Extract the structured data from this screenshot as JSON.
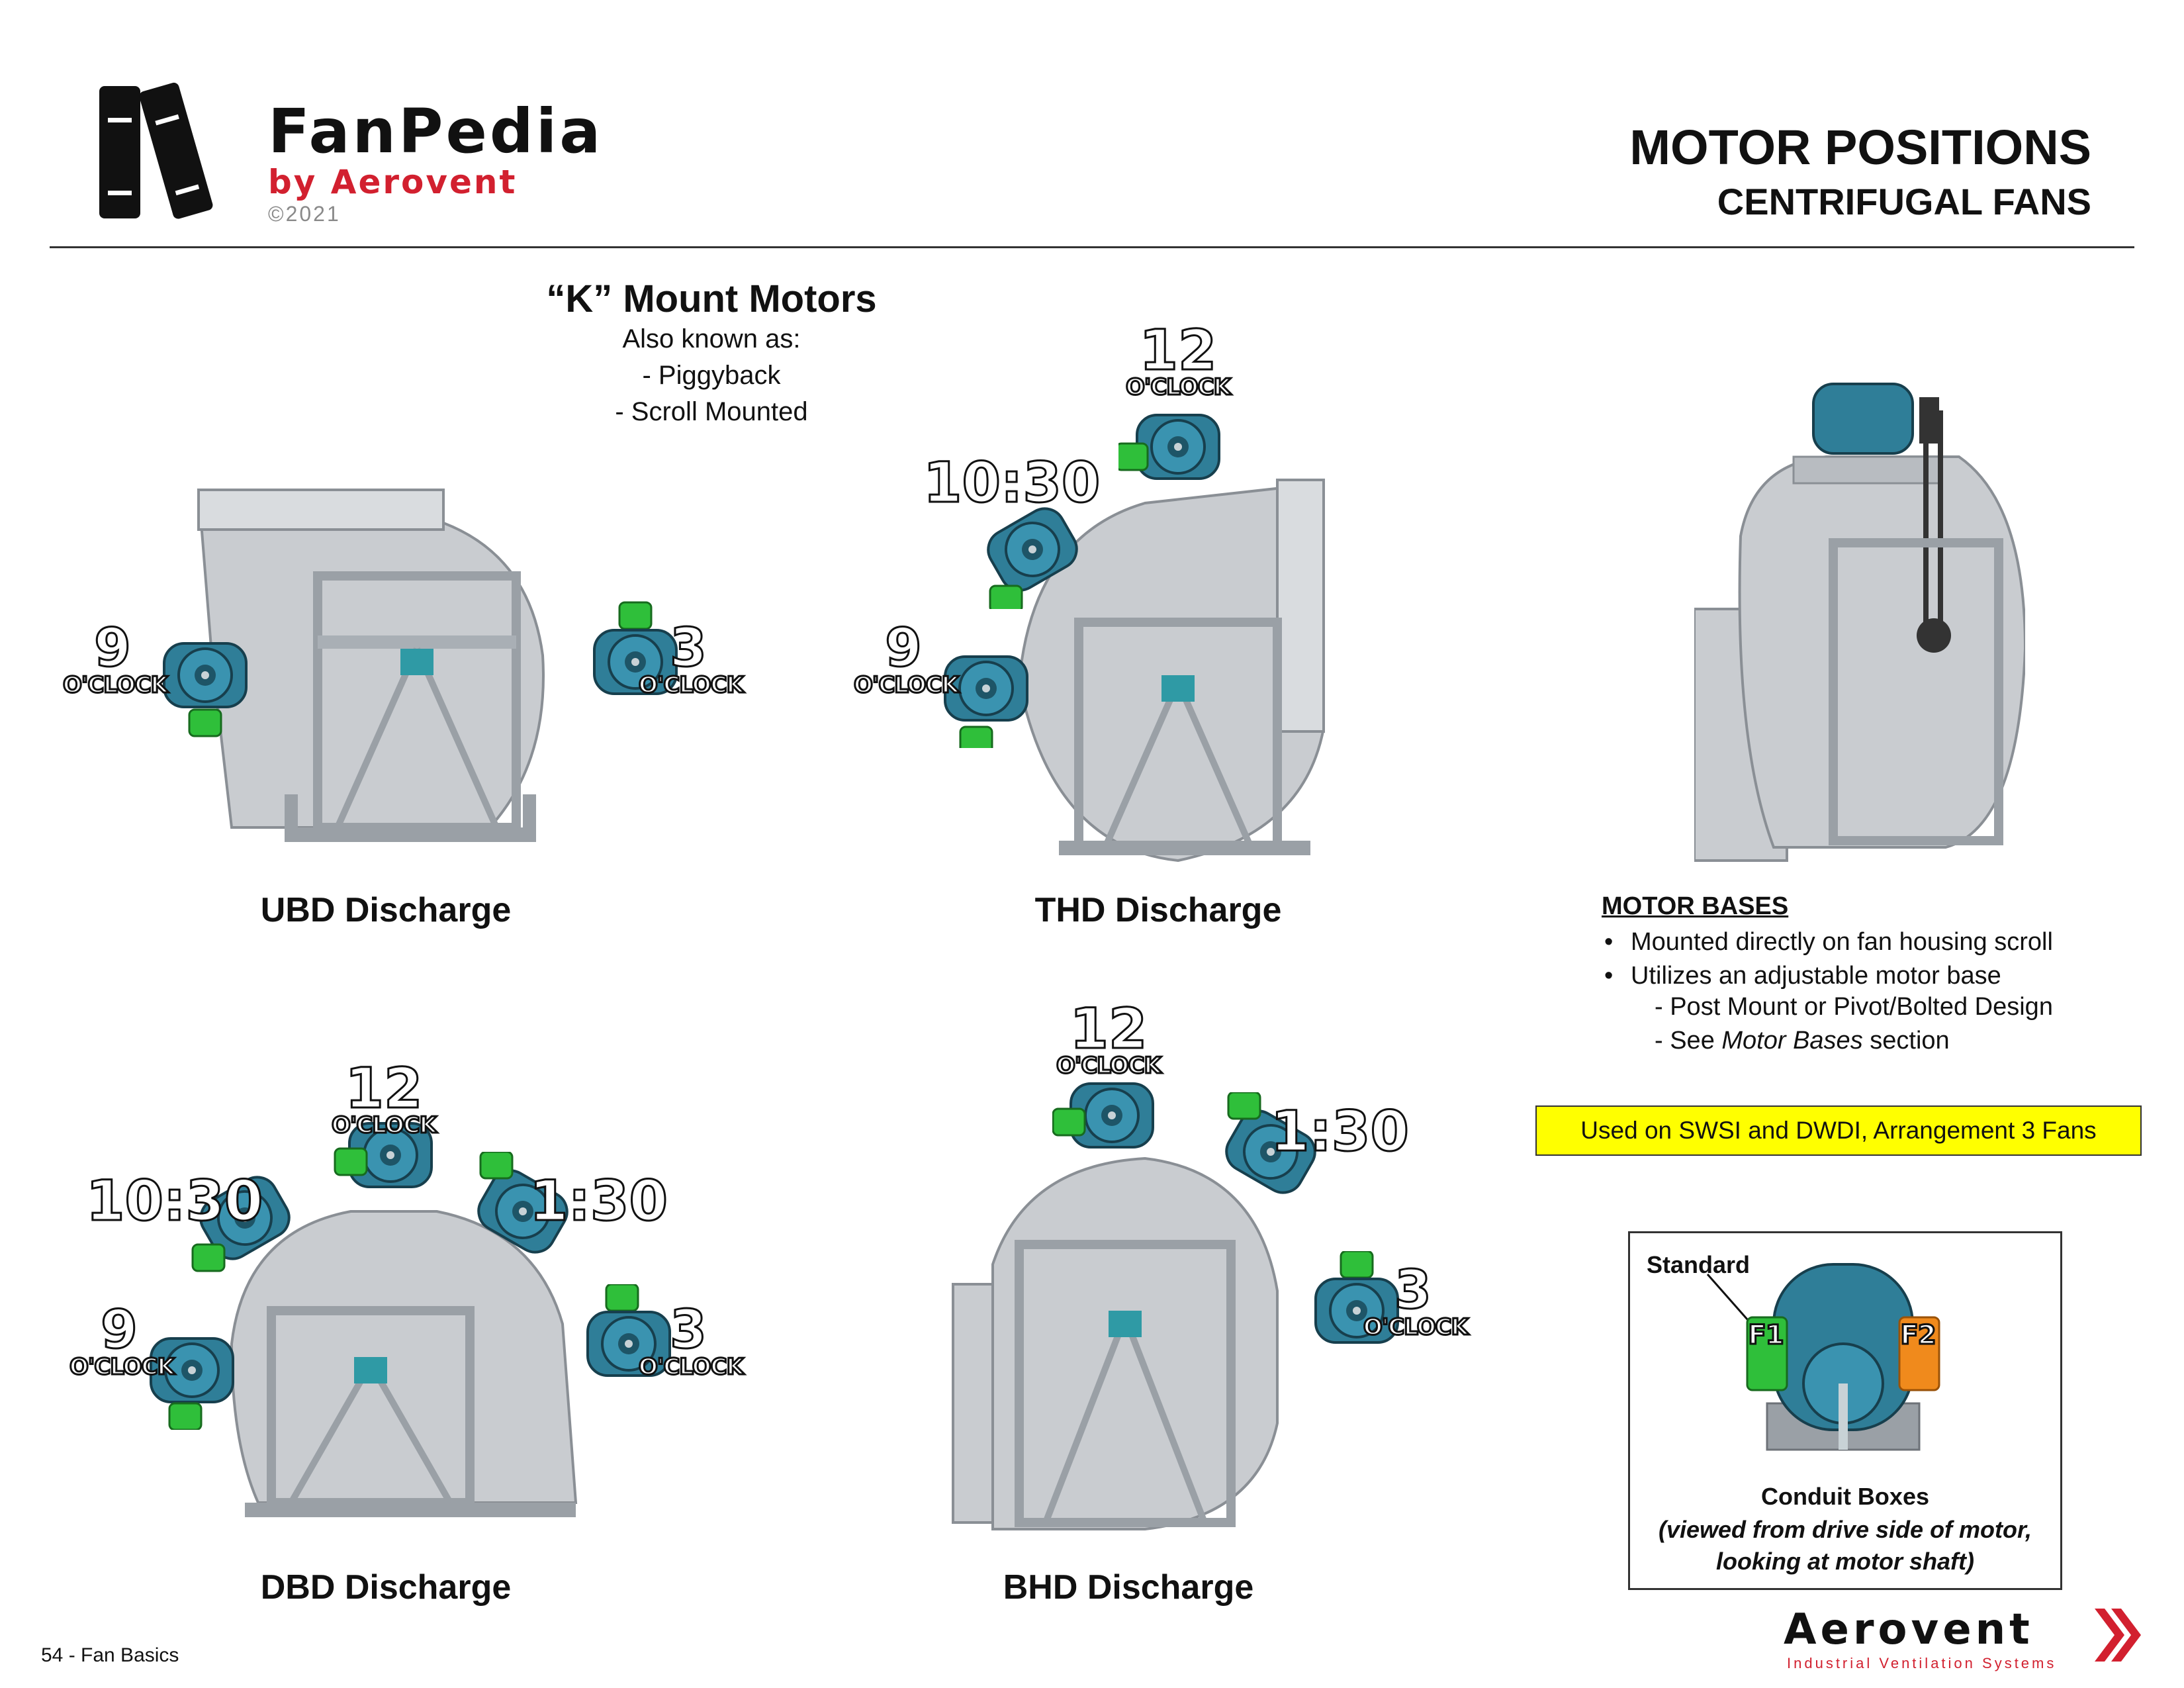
{
  "header": {
    "brand_name": "FanPedia",
    "brand_by": "by Aerovent",
    "brand_copyright": "©2021",
    "title": "MOTOR POSITIONS",
    "subtitle": "CENTRIFUGAL FANS"
  },
  "kmount": {
    "title": "“K” Mount Motors",
    "aka": "Also known as:",
    "item1": "- Piggyback",
    "item2": "- Scroll Mounted"
  },
  "diagrams": {
    "ubd": {
      "caption": "UBD Discharge"
    },
    "thd": {
      "caption": "THD Discharge"
    },
    "dbd": {
      "caption": "DBD Discharge"
    },
    "bhd": {
      "caption": "BHD Discharge"
    }
  },
  "clock": {
    "oclock": "O'CLOCK",
    "nine": "9",
    "three": "3",
    "twelve": "12",
    "ten30": "10:30",
    "one30": "1:30"
  },
  "motor_bases": {
    "heading": "MOTOR BASES",
    "bullet1": "Mounted directly on fan housing scroll",
    "bullet2": "Utilizes an adjustable motor base",
    "sub1": "- Post Mount or Pivot/Bolted Design",
    "sub2_prefix": "- See ",
    "sub2_italic": "Motor Bases",
    "sub2_suffix": " section",
    "bullet_char": "•"
  },
  "note": "Used on SWSI and DWDI, Arrangement 3 Fans",
  "conduit": {
    "standard": "Standard",
    "f1": "F1",
    "f2": "F2",
    "title": "Conduit Boxes",
    "line1": "(viewed from drive side of motor,",
    "line2": "looking at motor shaft)"
  },
  "footer": {
    "page": "54 - Fan Basics",
    "logo": "Aerovent",
    "tagline": "Industrial Ventilation Systems"
  },
  "colors": {
    "housing": "#c9ccd0",
    "motor": "#2f7e98",
    "conduit_green": "#2fbf3a",
    "conduit_orange": "#f08a1c",
    "accent_red": "#d2202f",
    "note_yellow": "#ffff00"
  }
}
